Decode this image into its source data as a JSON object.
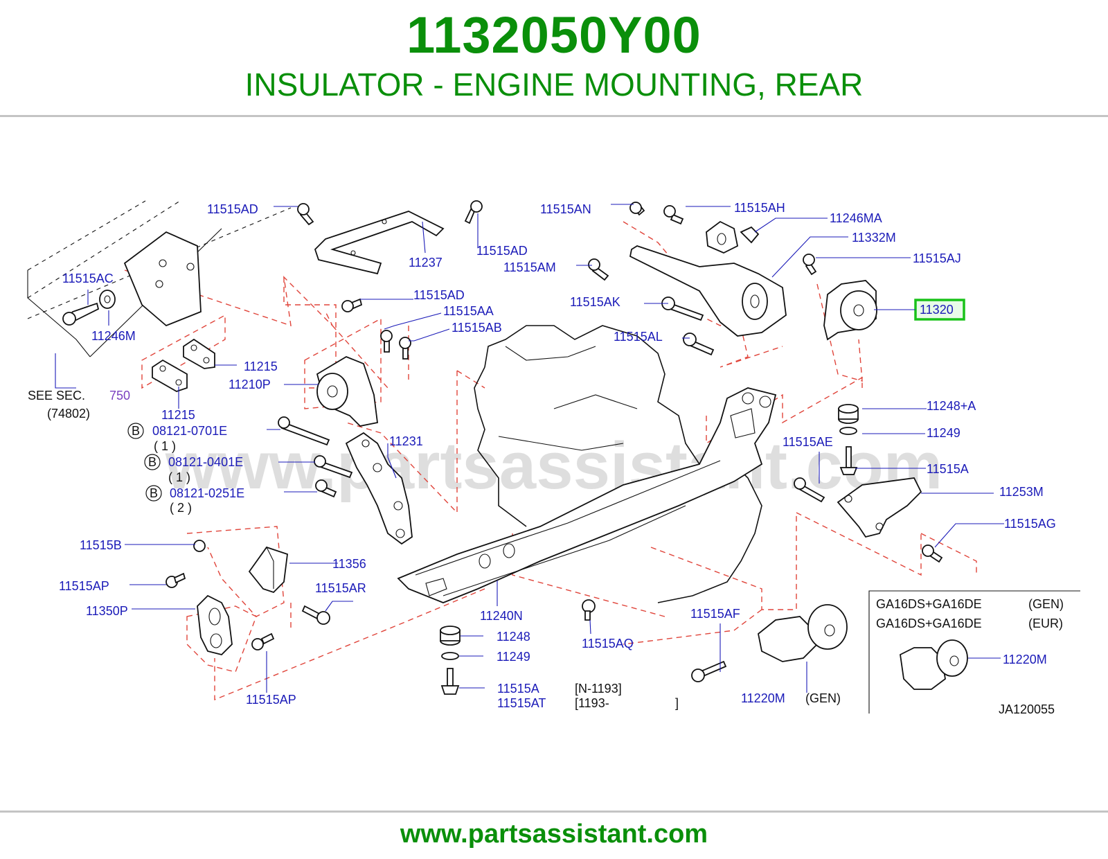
{
  "header": {
    "part_number": "1132050Y00",
    "part_name": "INSULATOR - ENGINE MOUNTING, REAR"
  },
  "footer": {
    "url": "www.partsassistant.com"
  },
  "watermark": "www.partsassistant.com",
  "colors": {
    "brand_green": "#0a8f0a",
    "label_blue": "#1a1ab8",
    "dash_red": "#e0443a",
    "highlight_green": "#19c219"
  },
  "highlighted_part": "11320",
  "diagram": {
    "callouts": {
      "p11515AD_a": "11515AD",
      "p11237": "11237",
      "p11515AD_b": "11515AD",
      "p11515AN": "11515AN",
      "p11515AH": "11515AH",
      "p11246MA": "11246MA",
      "p11332M": "11332M",
      "p11515AM": "11515AM",
      "p11515AJ": "11515AJ",
      "p11515AC": "11515AC",
      "p11246M": "11246M",
      "p11515AD_c": "11515AD",
      "p11515AA": "11515AA",
      "p11515AB": "11515AB",
      "p11515AK": "11515AK",
      "p11320": "11320",
      "p11515AL": "11515AL",
      "p11215_a": "11215",
      "p11210P": "11210P",
      "p750": "750",
      "p11215_b": "11215",
      "p08121_0701E": "08121-0701E",
      "p08121_0401E": "08121-0401E",
      "p08121_0251E": "08121-0251E",
      "p11231": "11231",
      "p11248A": "11248+A",
      "p11249_a": "11249",
      "p11515AE": "11515AE",
      "p11515A_a": "11515A",
      "p11253M": "11253M",
      "p11515AG": "11515AG",
      "p11515B": "11515B",
      "p11356": "11356",
      "p11515AP_a": "11515AP",
      "p11515AR": "11515AR",
      "p11350P": "11350P",
      "p11240N": "11240N",
      "p11248": "11248",
      "p11249_b": "11249",
      "p11515A_b": "11515A",
      "p11515AT": "11515AT",
      "p11515AQ": "11515AQ",
      "p11515AF": "11515AF",
      "p11515AP_b": "11515AP",
      "p11220M_a": "11220M",
      "p11220M_b": "11220M"
    },
    "text": {
      "see_sec": "SEE   SEC.",
      "sec_ref": "(74802)",
      "b_mark": "B",
      "qty_1a": "( 1 )",
      "qty_1b": "( 1 )",
      "qty_2": "( 2 )",
      "range_a": "[N-1193]",
      "range_b": "[1193-",
      "range_b_end": "]",
      "gen": "(GEN)",
      "ga_gen": "GA16DS+GA16DE",
      "ga_gen_tag": "(GEN)",
      "ga_eur": "GA16DS+GA16DE",
      "ga_eur_tag": "(EUR)",
      "ref_code": "JA120055"
    }
  }
}
